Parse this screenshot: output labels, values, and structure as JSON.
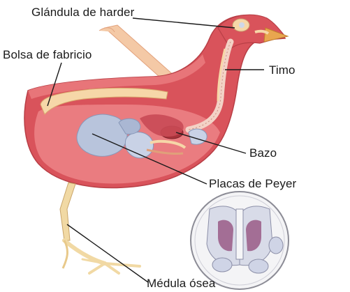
{
  "diagram": {
    "labels": {
      "glandula_harder": "Glándula de harder",
      "bolsa_fabricio": "Bolsa de fabricio",
      "timo": "Timo",
      "bazo": "Bazo",
      "placas_peyer": "Placas de Peyer",
      "medula_osea": "Médula ósea"
    },
    "colors": {
      "body": "#d9535b",
      "body_light": "#ef8a8c",
      "skin": "#f2b79a",
      "cream": "#f6d7a8",
      "organ_blue": "#b8c4dc",
      "spine": "#f3d2c6",
      "leader_lines": "#1a1a1a",
      "text": "#1a1a1a"
    }
  }
}
